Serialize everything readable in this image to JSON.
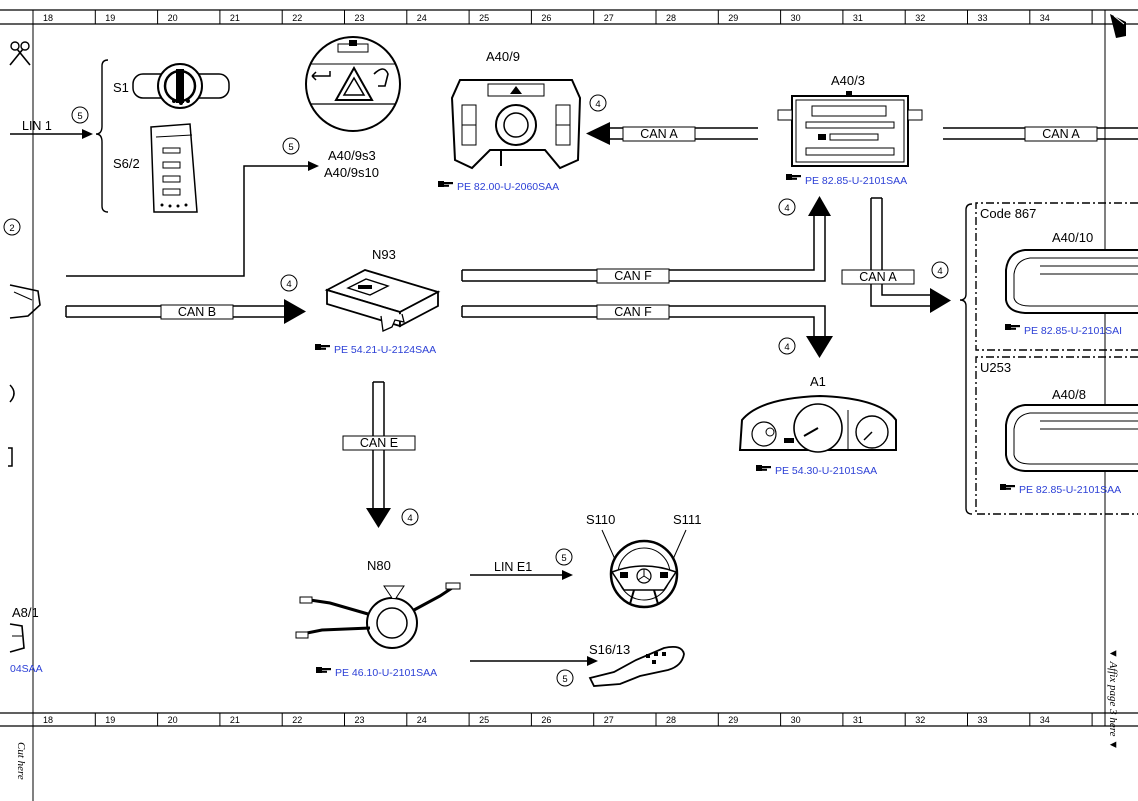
{
  "ruler": {
    "columns": [
      "18",
      "19",
      "20",
      "21",
      "22",
      "23",
      "24",
      "25",
      "26",
      "27",
      "28",
      "29",
      "30",
      "31",
      "32",
      "33",
      "34"
    ]
  },
  "components": {
    "s1": "S1",
    "s6_2": "S6/2",
    "a40_9s3": "A40/9s3",
    "a40_9s10": "A40/9s10",
    "a40_9": "A40/9",
    "a40_3": "A40/3",
    "n93": "N93",
    "a1": "A1",
    "n80": "N80",
    "s110": "S110",
    "s111": "S111",
    "s16_13": "S16/13",
    "a8_1": "A8/1",
    "a40_10": "A40/10",
    "a40_8": "A40/8"
  },
  "groups": {
    "code_867": "Code 867",
    "u253": "U253"
  },
  "buses": {
    "lin1": "LIN 1",
    "can_a_1": "CAN A",
    "can_a_2": "CAN A",
    "can_a_3": "CAN A",
    "can_b": "CAN B",
    "can_f_1": "CAN F",
    "can_f_2": "CAN F",
    "can_e": "CAN E",
    "lin_e1": "LIN E1"
  },
  "badges": {
    "b_lin1": "5",
    "b_a40_9s": "5",
    "b_can_a_left": "4",
    "b_can_a_up": "4",
    "b_can_a_down": "4",
    "b_can_b": "4",
    "b_can_f": "4",
    "b_can_e": "4",
    "b_lin_e1": "5",
    "b_s16_13": "5",
    "b_left": "2"
  },
  "references": {
    "a40_9": "PE 82.00-U-2060SAA",
    "a40_3": "PE 82.85-U-2101SAA",
    "n93": "PE 54.21-U-2124SAA",
    "a1": "PE 54.30-U-2101SAA",
    "n80": "PE 46.10-U-2101SAA",
    "a40_10": "PE 82.85-U-2101SAI",
    "a40_8": "PE 82.85-U-2101SAA",
    "a8_1": "04SAA"
  },
  "margin": {
    "cut_here": "Cut here",
    "affix": "▼ Affix page 3 here ▼"
  },
  "colors": {
    "reference": "#2b3fd6",
    "line": "#000000"
  },
  "icons": {
    "scissors": "scissors-icon",
    "reference_hand": "pointing-hand-icon"
  }
}
